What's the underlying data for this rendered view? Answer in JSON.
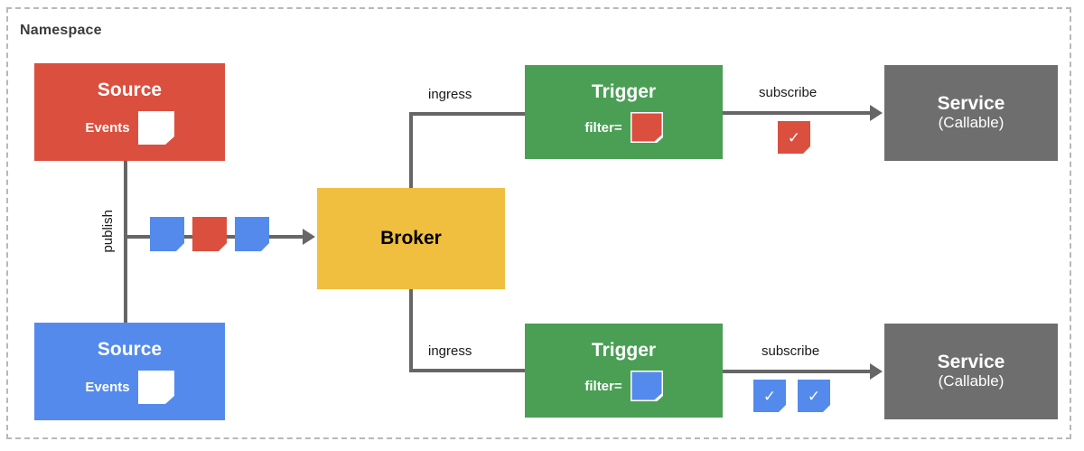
{
  "namespace": {
    "label": "Namespace"
  },
  "nodes": {
    "source_red": {
      "title": "Source",
      "row_label": "Events",
      "doc_color": "#ffffff",
      "box_color": "#db4f3f"
    },
    "source_blue": {
      "title": "Source",
      "row_label": "Events",
      "doc_color": "#ffffff",
      "box_color": "#548aec"
    },
    "broker": {
      "title": "Broker",
      "box_color": "#f0bf40"
    },
    "trigger_top": {
      "title": "Trigger",
      "row_label": "filter=",
      "doc_color": "#db4f3f",
      "box_color": "#4a9f55"
    },
    "trigger_bottom": {
      "title": "Trigger",
      "row_label": "filter=",
      "doc_color": "#548aec",
      "box_color": "#4a9f55"
    },
    "service_top": {
      "title": "Service",
      "subtitle": "(Callable)",
      "box_color": "#6e6e6e"
    },
    "service_bottom": {
      "title": "Service",
      "subtitle": "(Callable)",
      "box_color": "#6e6e6e"
    }
  },
  "edges": {
    "publish": "publish",
    "ingress_top": "ingress",
    "ingress_bottom": "ingress",
    "subscribe_top": "subscribe",
    "subscribe_bottom": "subscribe"
  },
  "event_stream": {
    "docs": [
      {
        "color": "#548aec"
      },
      {
        "color": "#db4f3f"
      },
      {
        "color": "#548aec"
      }
    ]
  },
  "delivered": {
    "top": [
      {
        "color": "#db4f3f",
        "check": "✓"
      }
    ],
    "bottom": [
      {
        "color": "#548aec",
        "check": "✓"
      },
      {
        "color": "#548aec",
        "check": "✓"
      }
    ]
  },
  "colors": {
    "red": "#db4f3f",
    "blue": "#548aec",
    "yellow": "#f0bf40",
    "green": "#4a9f55",
    "gray": "#6e6e6e",
    "line": "#666666",
    "namespace_border": "#b8b8b8"
  }
}
